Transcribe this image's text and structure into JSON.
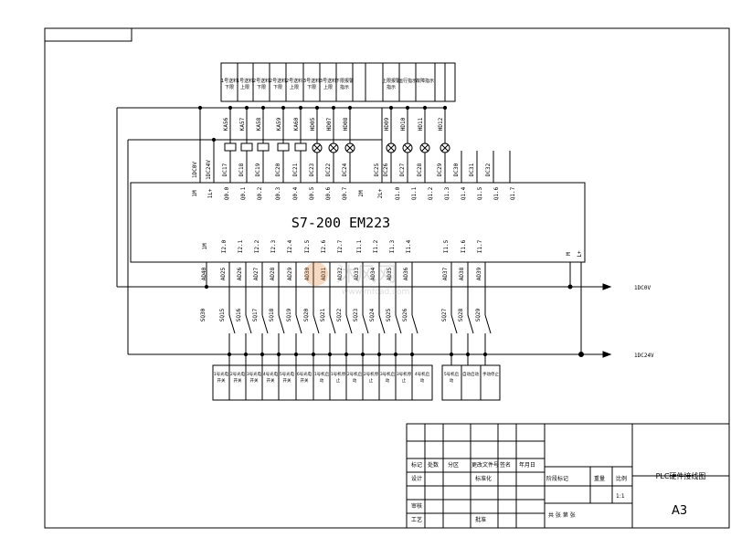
{
  "module": {
    "title": "S7-200 EM223",
    "output_terminals": [
      "1M",
      "1L+",
      "Q0.0",
      "Q0.1",
      "Q0.2",
      "Q0.3",
      "Q0.4",
      "Q0.5",
      "Q0.6",
      "Q0.7",
      "2M",
      "2L+",
      "Q1.0",
      "Q1.1",
      "Q1.2",
      "Q1.3",
      "Q1.4",
      "Q1.5",
      "Q1.6",
      "Q1.7"
    ],
    "input_terminals": [
      "1M",
      "I2.0",
      "I2.1",
      "I2.2",
      "I2.3",
      "I2.4",
      "I2.5",
      "I2.6",
      "I2.7",
      "I1.1",
      "I1.2",
      "I1.3",
      "I1.4",
      "I1.5",
      "I1.6",
      "I1.7"
    ],
    "power_terminals": [
      "M",
      "L+"
    ]
  },
  "output_devices": {
    "relays": [
      "KA56",
      "KA57",
      "KA58",
      "KA59",
      "KA60"
    ],
    "lamps_left": [
      "HD05",
      "HD07",
      "HD08"
    ],
    "lamps_right": [
      "HD09",
      "HD10",
      "HD11",
      "HD12"
    ]
  },
  "output_wires": [
    "DC17",
    "DC18",
    "DC19",
    "DC20",
    "DC21",
    "DC23",
    "DC22",
    "DC24",
    "DC25",
    "DC26",
    "DC27",
    "DC28",
    "DC29",
    "DC30",
    "DC31",
    "DC32"
  ],
  "output_wires_left": [
    "1DC0V",
    "1DC24V"
  ],
  "input_wires": [
    "AD25",
    "AD26",
    "AD27",
    "AD28",
    "AD29",
    "AD30",
    "AD31",
    "AD32",
    "AD33",
    "AD34",
    "AD35",
    "AD36",
    "AD37",
    "AD38",
    "AD39",
    "AD40"
  ],
  "switches": [
    "SQ15",
    "SQ16",
    "SQ17",
    "SQ18",
    "SQ19",
    "SQ20",
    "SQ21",
    "SQ22",
    "SQ23",
    "SQ24",
    "SQ25",
    "SQ26",
    "SQ27",
    "SQ28",
    "SQ29",
    "SQ30"
  ],
  "bus": {
    "dc0v": "1DC0V",
    "dc24v": "1DC24V"
  },
  "top_labels": [
    "1号送料下限",
    "1号送料上限",
    "2号送料下限",
    "2号送料下限",
    "2号送料上限",
    "3号送料下限",
    "3号送料上限",
    "下限报警指示",
    "上限报警指示",
    "运行指示",
    "故障指示"
  ],
  "bottom_labels": [
    "1号光电开关",
    "2号光电开关",
    "3号光电开关",
    "4号光电开关",
    "5号光电开关",
    "6号光电开关",
    "1号机启动",
    "1号机停止",
    "2号机启动",
    "2号机停止",
    "3号机启动",
    "3号机停止",
    "4号机启动",
    "5号机启动",
    "自动启动",
    "手动停止"
  ],
  "watermark": {
    "brand": "沐风网",
    "url": "www.mfcad.com"
  },
  "title_block": {
    "drawing_title": "PLC硬件接线图",
    "sheet_size": "A3",
    "scale": "1:1",
    "rows": [
      "标记",
      "处数",
      "分区",
      "更改文件号",
      "签名",
      "年月日"
    ],
    "design": "设计",
    "standard": "标准化",
    "review": "审核",
    "process": "工艺",
    "approve": "批准",
    "stage_mark": "阶段标记",
    "weight": "重量",
    "ratio": "比例",
    "sheets": "共  张  第  张"
  }
}
